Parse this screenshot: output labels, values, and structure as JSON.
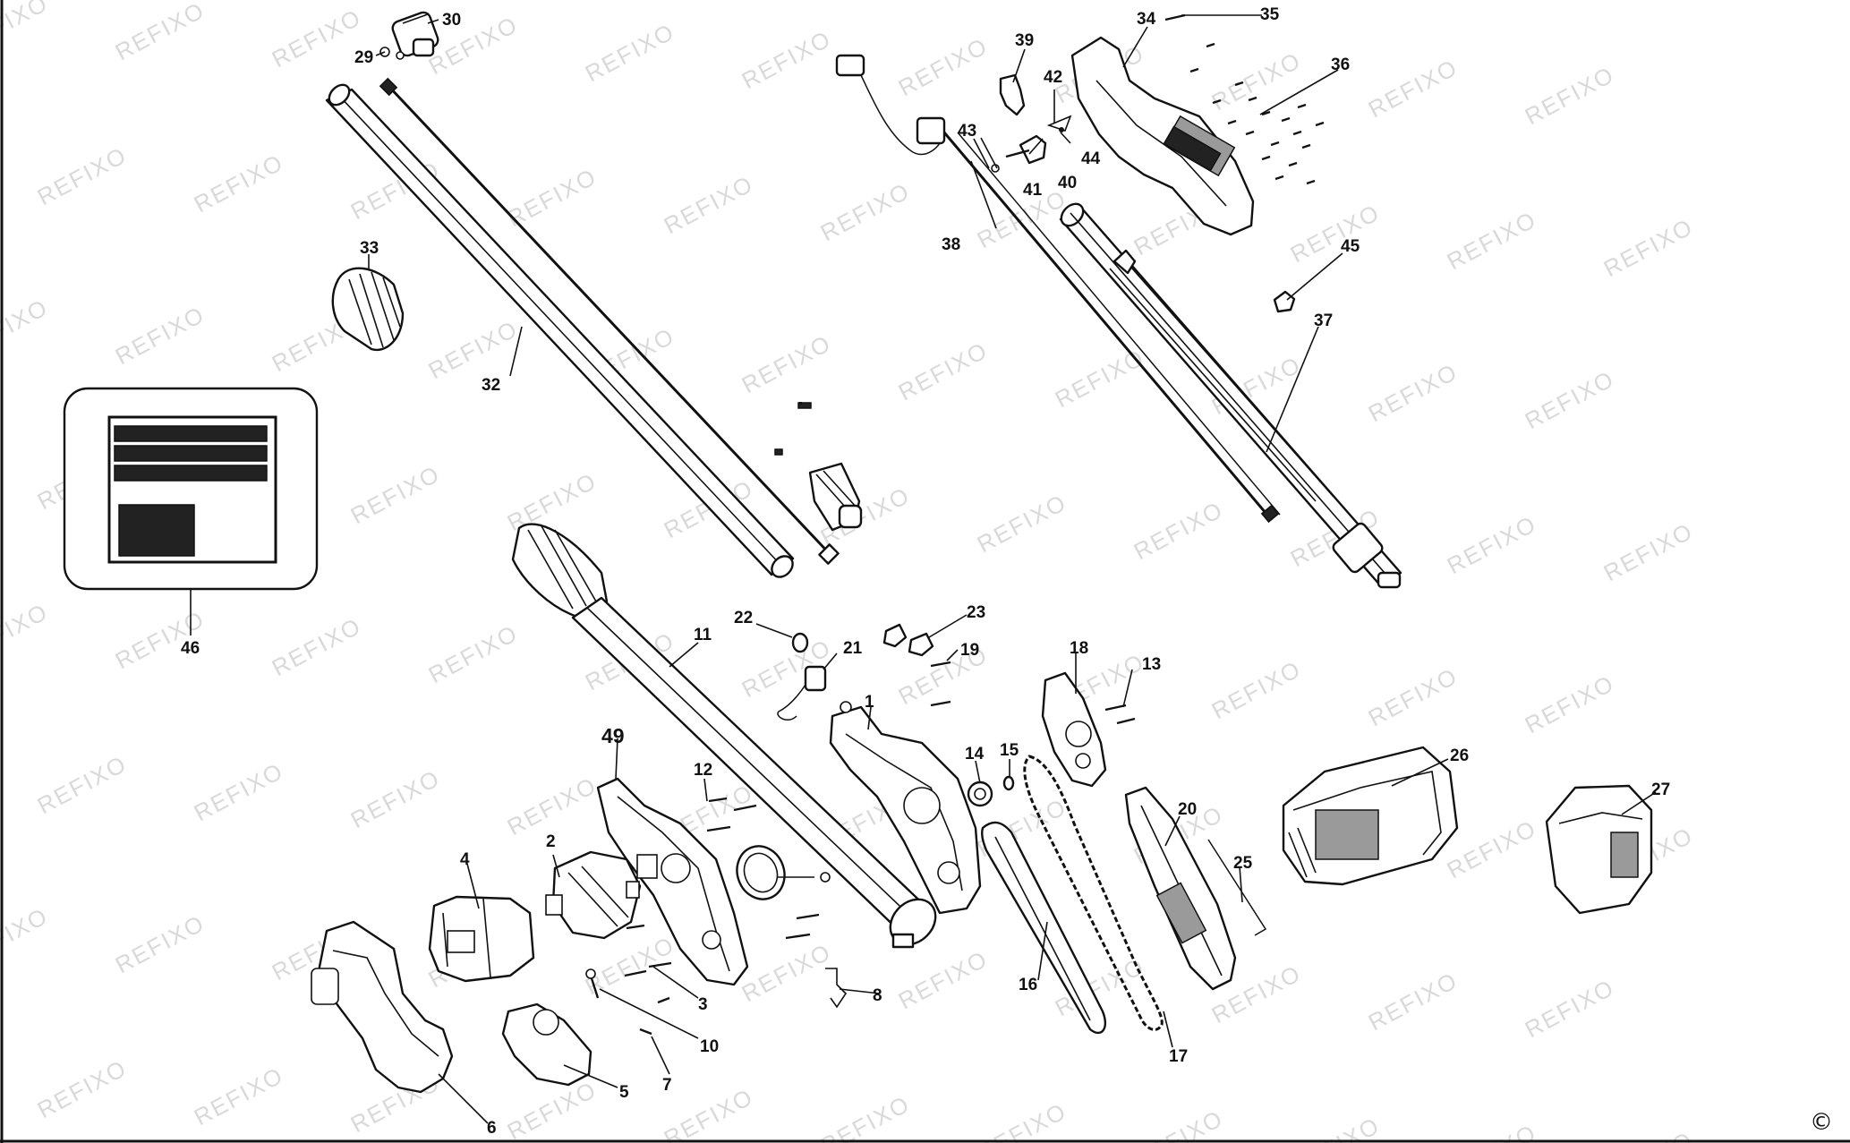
{
  "watermark": {
    "text": "REFIXO"
  },
  "copyright": "©",
  "parts": {
    "p1": "1",
    "p2": "2",
    "p3": "3",
    "p4": "4",
    "p5": "5",
    "p6": "6",
    "p7": "7",
    "p8": "8",
    "p10": "10",
    "p11": "11",
    "p12": "12",
    "p13": "13",
    "p14": "14",
    "p15": "15",
    "p16": "16",
    "p17": "17",
    "p18": "18",
    "p19": "19",
    "p20": "20",
    "p21": "21",
    "p22": "22",
    "p23": "23",
    "p25": "25",
    "p26": "26",
    "p27": "27",
    "p29": "29",
    "p30": "30",
    "p32": "32",
    "p33": "33",
    "p34": "34",
    "p35": "35",
    "p36": "36",
    "p37": "37",
    "p38": "38",
    "p39": "39",
    "p40": "40",
    "p41": "41",
    "p42": "42",
    "p43": "43",
    "p44": "44",
    "p45": "45",
    "p46": "46",
    "p49": "49"
  },
  "colors": {
    "ink": "#111111",
    "watermark": "#d9d9d9",
    "paper": "#ffffff"
  }
}
